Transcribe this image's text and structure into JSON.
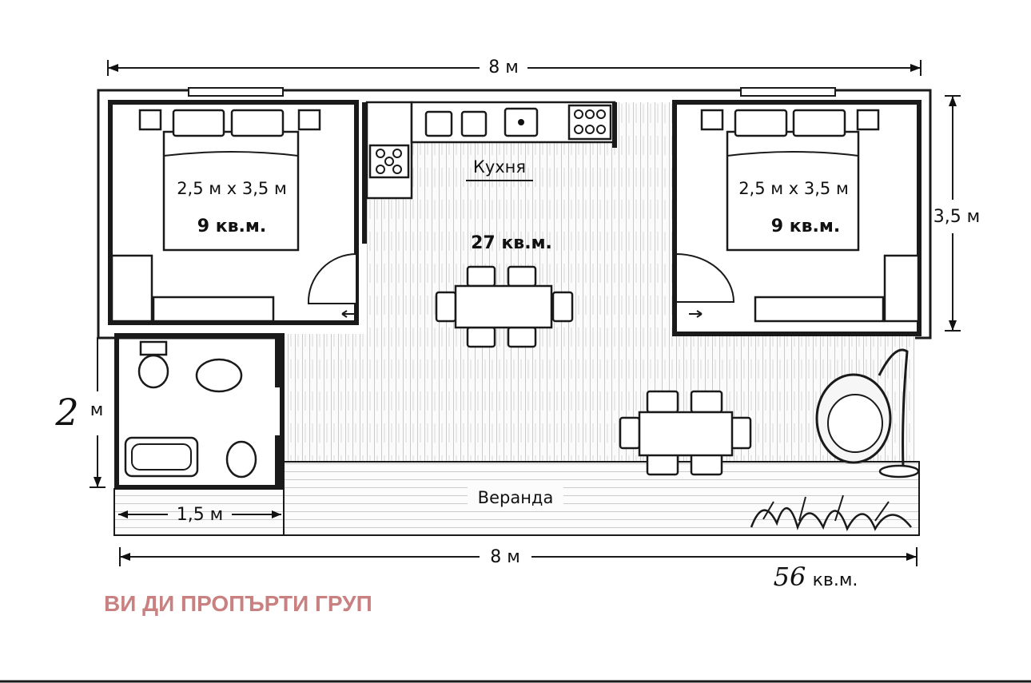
{
  "dimensions": {
    "top_width": "8 м",
    "bottom_width": "8 м",
    "right_height": "3,5 м",
    "left_height_number": "2",
    "left_height_unit": "м",
    "bathroom_width": "1,5 м"
  },
  "rooms": {
    "bedroom_left": {
      "size": "2,5 м x 3,5 м",
      "area": "9 кв.м."
    },
    "bedroom_right": {
      "size": "2,5 м x 3,5 м",
      "area": "9 кв.м."
    },
    "kitchen": {
      "label": "Кухня",
      "area": "27 кв.м."
    },
    "veranda": {
      "label": "Веранда"
    }
  },
  "total_area_number": "56",
  "total_area_unit": "кв.м.",
  "brand": {
    "name": "ВИ ДИ ПРОПЪРТИ ГРУП",
    "color": "#c98080"
  },
  "icons": [
    "bed-icon",
    "stove-icon",
    "sink-icon",
    "dining-table-icon",
    "toilet-icon",
    "bathtub-icon",
    "hanging-chair-icon",
    "plant-icon",
    "door-icon"
  ]
}
